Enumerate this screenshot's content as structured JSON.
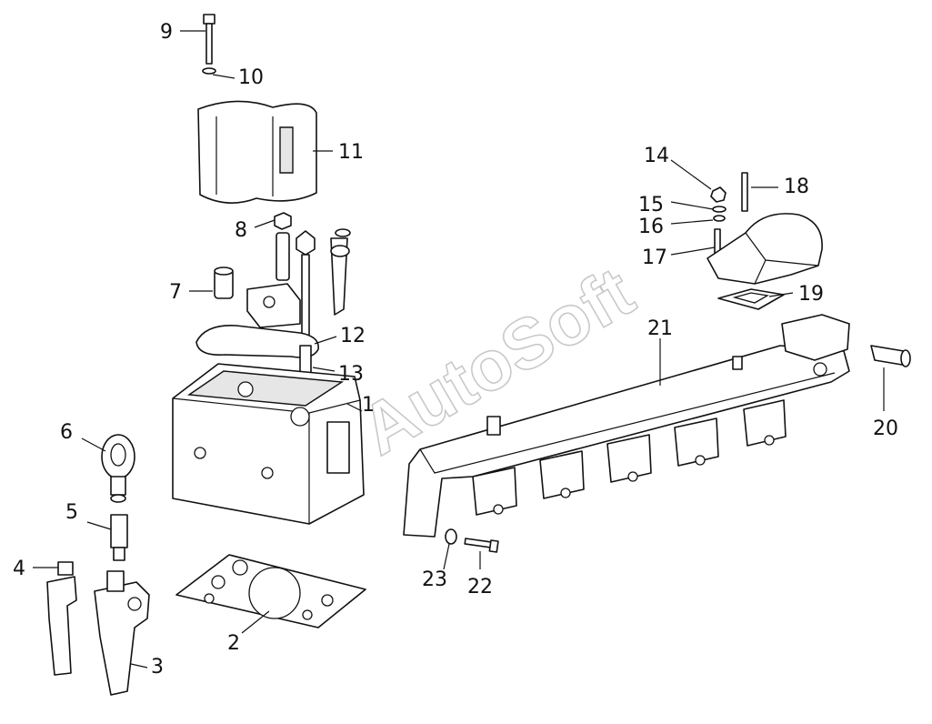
{
  "diagram": {
    "watermark": "AutoSoft",
    "callouts": [
      "1",
      "2",
      "3",
      "4",
      "5",
      "6",
      "7",
      "8",
      "9",
      "10",
      "11",
      "12",
      "13",
      "14",
      "15",
      "16",
      "17",
      "18",
      "19",
      "20",
      "21",
      "22",
      "23"
    ]
  },
  "colors": {
    "line": "#111111",
    "watermark": "#b8b8b8",
    "background": "#ffffff"
  }
}
